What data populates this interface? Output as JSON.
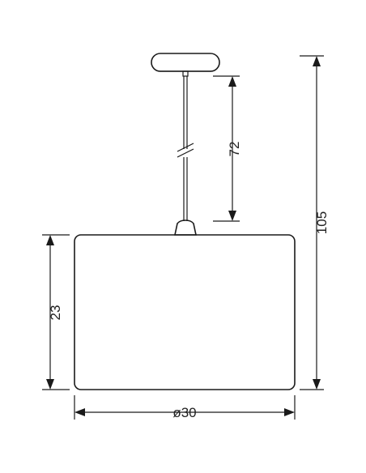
{
  "diagram": {
    "dimensions": {
      "cable_length": "72",
      "total_height": "105",
      "shade_height": "23",
      "shade_diameter": "ø30"
    },
    "colors": {
      "line": "#1a1a1a",
      "text": "#222222",
      "background": "#ffffff"
    }
  }
}
